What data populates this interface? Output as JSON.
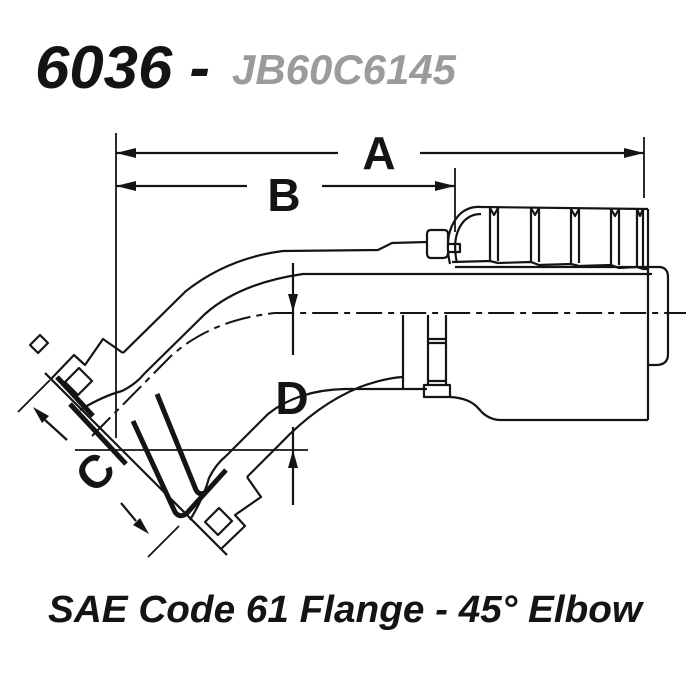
{
  "title": {
    "part_number": "6036 -",
    "model_code": "JB60C6145"
  },
  "caption": "SAE Code 61 Flange - 45° Elbow",
  "dimension_labels": {
    "a": "A",
    "b": "B",
    "c": "C",
    "d": "D"
  },
  "drawing_description": "45-degree elbow hose fitting with SAE Code 61 flange end and serrated crimp socket",
  "colors": {
    "line": "#141414",
    "model_code": "#9b9b9b",
    "background": "#ffffff"
  }
}
